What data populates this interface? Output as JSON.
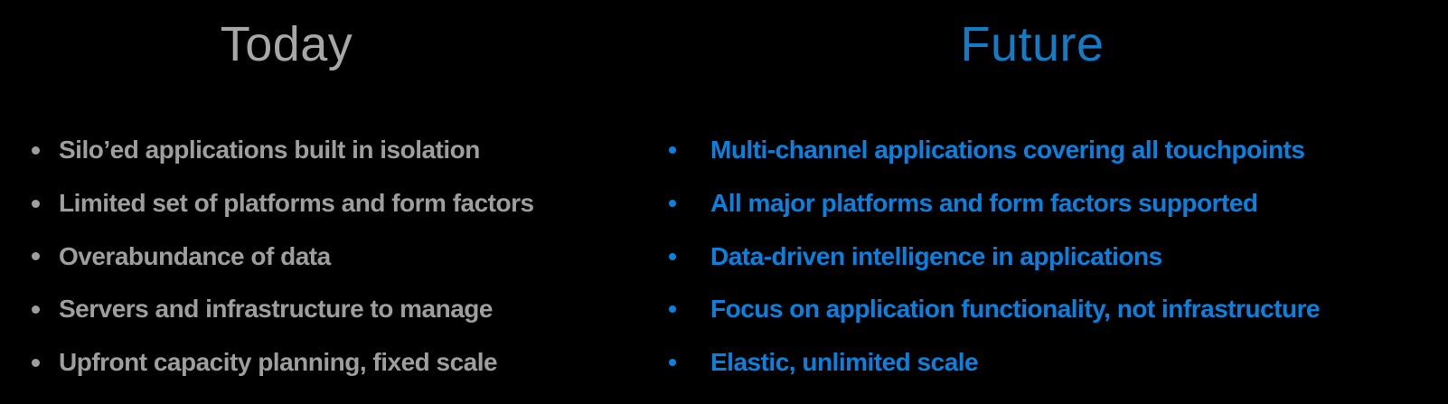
{
  "slide": {
    "background_color": "#000000",
    "today": {
      "title": "Today",
      "title_color": "#A7A7A7",
      "bullet_color": "#9E9E9E",
      "bullet_icon": "bullet-dot-icon",
      "items": [
        "Silo’ed applications built in isolation",
        "Limited set of platforms and form factors",
        "Overabundance of data",
        "Servers and infrastructure to manage",
        "Upfront capacity planning, fixed scale"
      ]
    },
    "future": {
      "title": "Future",
      "title_color": "#137CC4",
      "bullet_color": "#0A81DE",
      "bullet_icon": "bullet-dot-icon",
      "items": [
        "Multi-channel applications covering all touchpoints",
        "All major platforms and form factors supported",
        "Data-driven intelligence in applications",
        "Focus on application functionality, not infrastructure",
        "Elastic, unlimited scale"
      ]
    }
  }
}
